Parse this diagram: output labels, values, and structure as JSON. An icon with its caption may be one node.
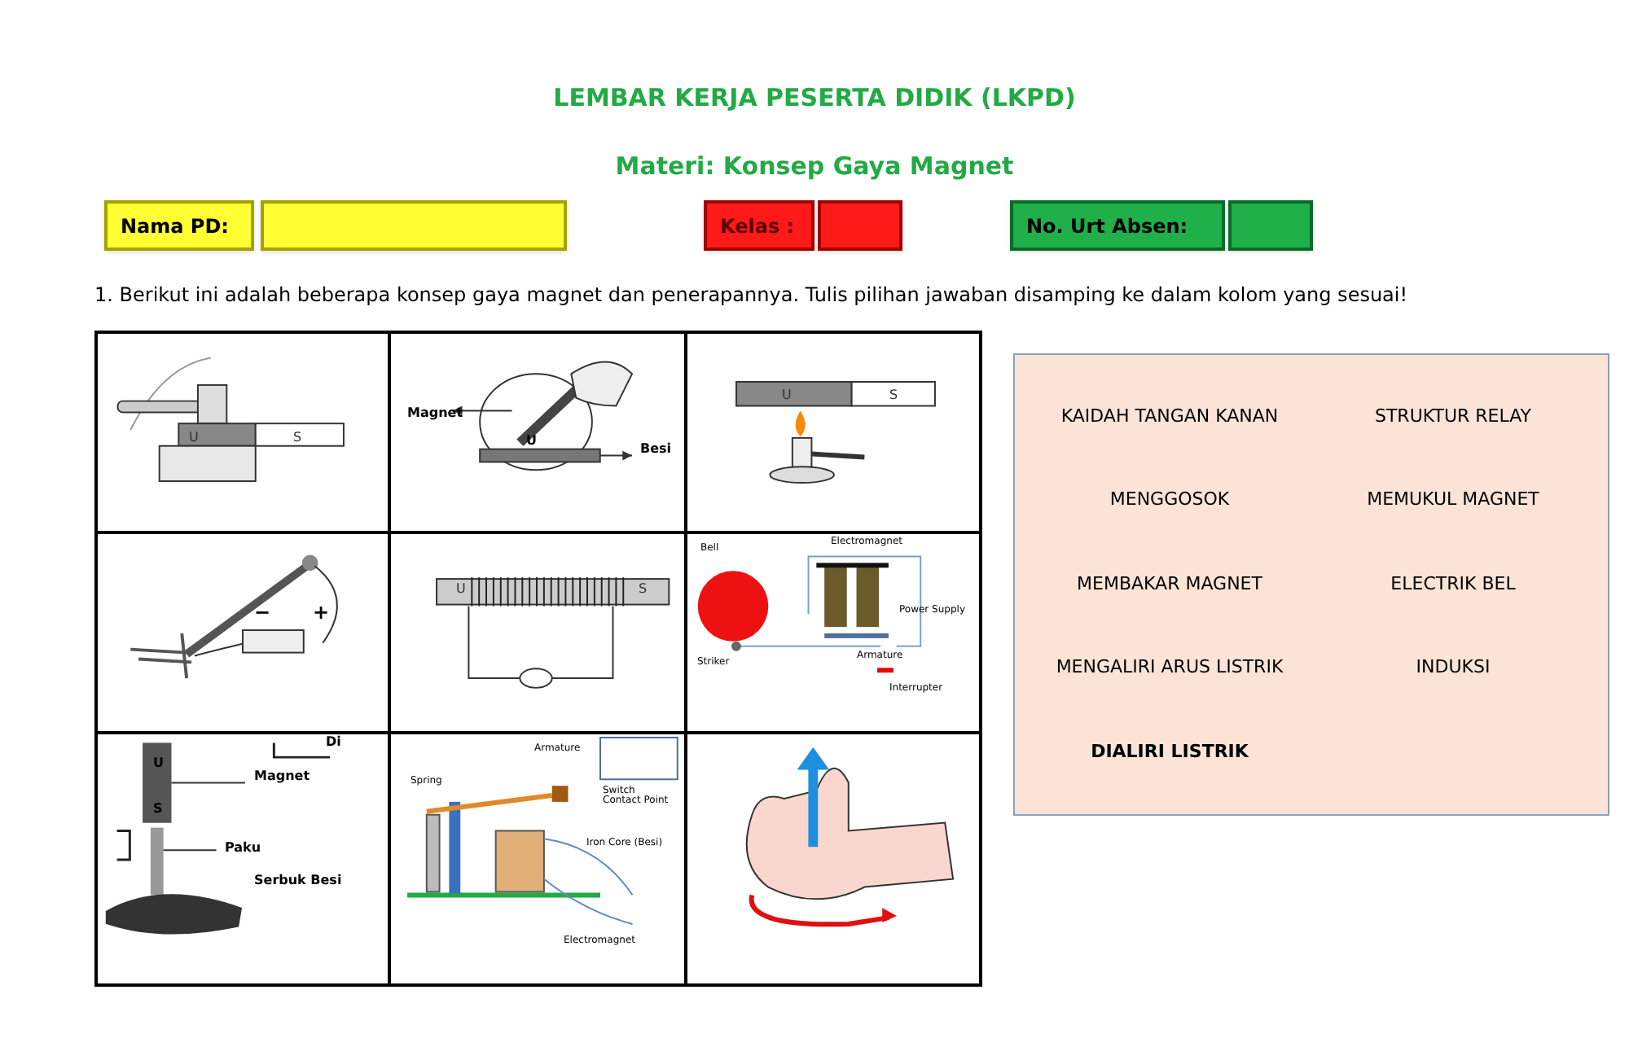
{
  "diagram": {
    "title": "LEMBAR KERJA PESERTA DIDIK (LKPD)",
    "nodes": [
      {
        "text": [
          "Nama PD:"
        ]
      },
      {
        "text": [],
        "shape": "box"
      },
      {
        "text": [
          "Kelas :"
        ]
      },
      {
        "text": [],
        "shape": "box"
      },
      {
        "text": [
          "No. Urt Absen:"
        ]
      },
      {
        "text": [],
        "shape": "box"
      },
      {
        "text": [
          "U",
          "S"
        ]
      },
      {
        "text": [
          "Magnet",
          "U",
          "Besi"
        ]
      },
      {
        "text": [
          "U",
          "S"
        ]
      },
      {
        "text": [
          "−",
          "+"
        ]
      },
      {
        "text": [
          "U",
          "S"
        ]
      },
      {
        "text": [
          "Bell",
          "Electromagnet",
          "Power Supply",
          "Striker",
          "Armature",
          "Interrupter"
        ]
      },
      {
        "text": [
          "Di",
          "U",
          "S",
          "Magnet",
          "Paku",
          "Serbuk Besi"
        ]
      },
      {
        "text": [
          "Armature",
          "Spring",
          "Switch Contact Point",
          "Iron Core (Besi)",
          "Electromagnet"
        ]
      },
      {
        "text": [],
        "shape": "picture"
      },
      {
        "text": [
          "KAIDAH TANGAN KANAN",
          "STRUKTUR RELAY",
          "MENGGOSOK",
          "MEMUKUL MAGNET",
          "MEMBAKAR MAGNET",
          "ELECTRIK BEL",
          "MENGALIRI ARUS LISTRIK",
          "INDUKSI",
          "DIALIRI LISTRIK"
        ]
      }
    ],
    "labels": [
      "Materi: Konsep Gaya Magnet",
      "1. Berikut ini adalah beberapa konsep gaya magnet dan penerapannya. Tulis pilihan jawaban disamping ke dalam kolom yang sesuai!"
    ]
  }
}
